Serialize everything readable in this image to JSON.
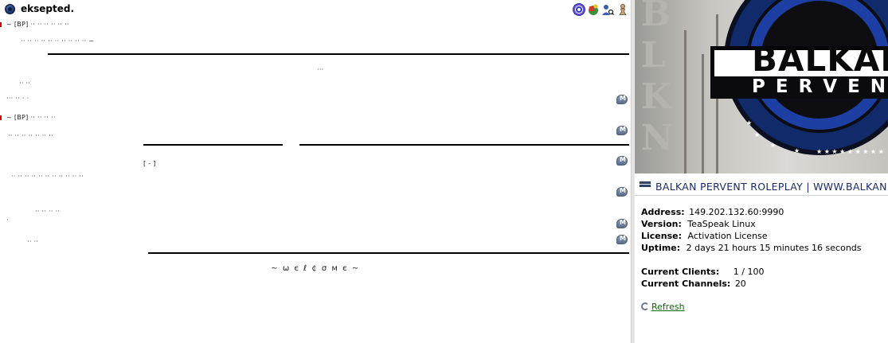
{
  "tree": {
    "current_user": {
      "nick": "eksepted."
    },
    "row_icons": [
      "target-icon",
      "flag-icon",
      "user-search-icon",
      "chess-pawn-icon"
    ],
    "welcome": "~ ω є ℓ ¢ σ м є ~"
  },
  "info": {
    "server_title": "BALKAN PERVENT ROLEPLAY | WWW.BALKAN",
    "banner_text_1": "BALKAN",
    "banner_text_2": "PERVEN",
    "address_label": "Address:",
    "address_value": "149.202.132.60:9990",
    "version_label": "Version:",
    "version_value": "TeaSpeak Linux",
    "license_label": "License:",
    "license_value": "Activation License",
    "uptime_label": "Uptime:",
    "uptime_value": "2 days 21 hours 15 minutes 16 seconds",
    "clients_label": "Current Clients:",
    "clients_value": "1 / 100",
    "channels_label": "Current Channels:",
    "channels_value": "20",
    "refresh_label": "Refresh"
  }
}
